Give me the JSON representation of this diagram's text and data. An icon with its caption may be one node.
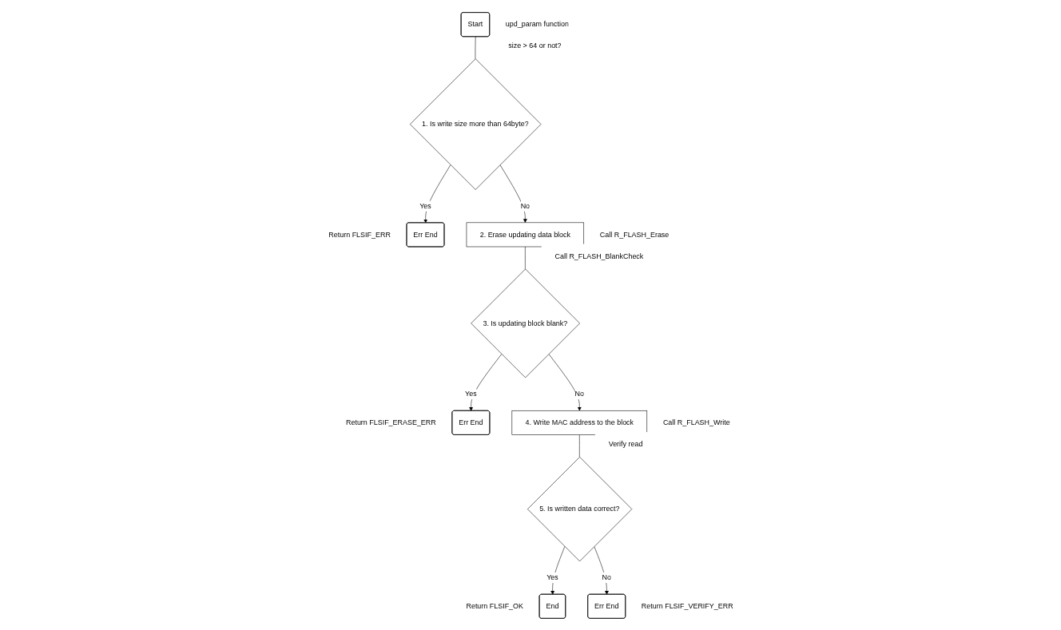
{
  "diagram": {
    "nodes": [
      {
        "text": [
          "Start"
        ],
        "beside": [
          "upd_param function"
        ]
      },
      {
        "text": [
          "1. Is write size more than 64byte?"
        ],
        "beside": [
          "size > 64 or not?"
        ]
      },
      {
        "text": [
          "Err End"
        ],
        "beside": [
          "Return FLSIF_ERR"
        ]
      },
      {
        "text": [
          "2. Erase updating data block"
        ],
        "beside": [
          "Call R_FLASH_Erase"
        ]
      },
      {
        "text": [
          "3. Is updating block blank?"
        ],
        "beside": [
          "Call R_FLASH_BlankCheck"
        ]
      },
      {
        "text": [
          "Err End"
        ],
        "beside": [
          "Return FLSIF_ERASE_ERR"
        ]
      },
      {
        "text": [
          "4. Write MAC address to the block"
        ],
        "beside": [
          "Call R_FLASH_Write"
        ]
      },
      {
        "text": [
          "5. Is written data correct?"
        ],
        "beside": [
          "Verify read"
        ]
      },
      {
        "text": [
          "End"
        ],
        "beside": [
          "Return FLSIF_OK"
        ]
      },
      {
        "text": [
          "Err End"
        ],
        "beside": [
          "Return FLSIF_VERIFY_ERR"
        ]
      }
    ],
    "edges": [
      {
        "from": 0,
        "to": 1,
        "arrow": "none"
      },
      {
        "from": 1,
        "to": 2,
        "arrow": "to",
        "label": "Yes"
      },
      {
        "from": 1,
        "to": 3,
        "arrow": "to",
        "label": "No"
      },
      {
        "from": 3,
        "to": 4,
        "arrow": "none"
      },
      {
        "from": 4,
        "to": 5,
        "arrow": "to",
        "label": "Yes"
      },
      {
        "from": 4,
        "to": 6,
        "arrow": "to",
        "label": "No"
      },
      {
        "from": 6,
        "to": 7,
        "arrow": "none"
      },
      {
        "from": 7,
        "to": 8,
        "arrow": "to",
        "label": "Yes"
      },
      {
        "from": 7,
        "to": 9,
        "arrow": "to",
        "label": "No"
      }
    ]
  }
}
